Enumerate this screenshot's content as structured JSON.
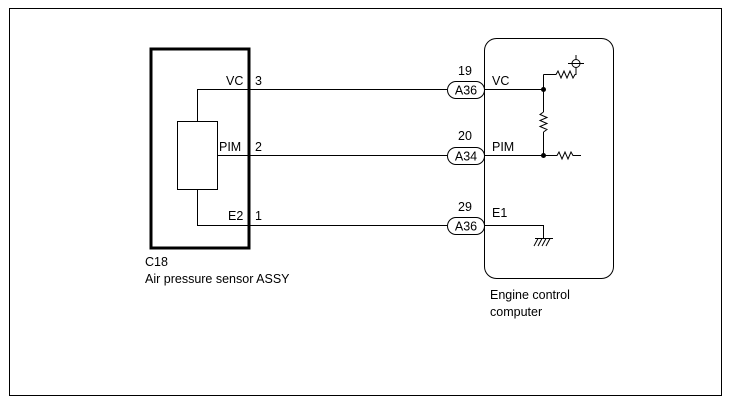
{
  "sensor": {
    "code": "C18",
    "name": "Air pressure sensor ASSY",
    "pins": [
      {
        "label": "VC",
        "number": "3"
      },
      {
        "label": "PIM",
        "number": "2"
      },
      {
        "label": "E2",
        "number": "1"
      }
    ]
  },
  "ecu": {
    "name_line1": "Engine control",
    "name_line2": "computer",
    "terminals": [
      {
        "pin": "19",
        "connector": "A36",
        "signal": "VC"
      },
      {
        "pin": "20",
        "connector": "A34",
        "signal": "PIM"
      },
      {
        "pin": "29",
        "connector": "A36",
        "signal": "E1"
      }
    ]
  },
  "icons": {
    "power_supply": "voltage-source-symbol",
    "resistor": "resistor-symbol",
    "ground": "ground-symbol"
  }
}
